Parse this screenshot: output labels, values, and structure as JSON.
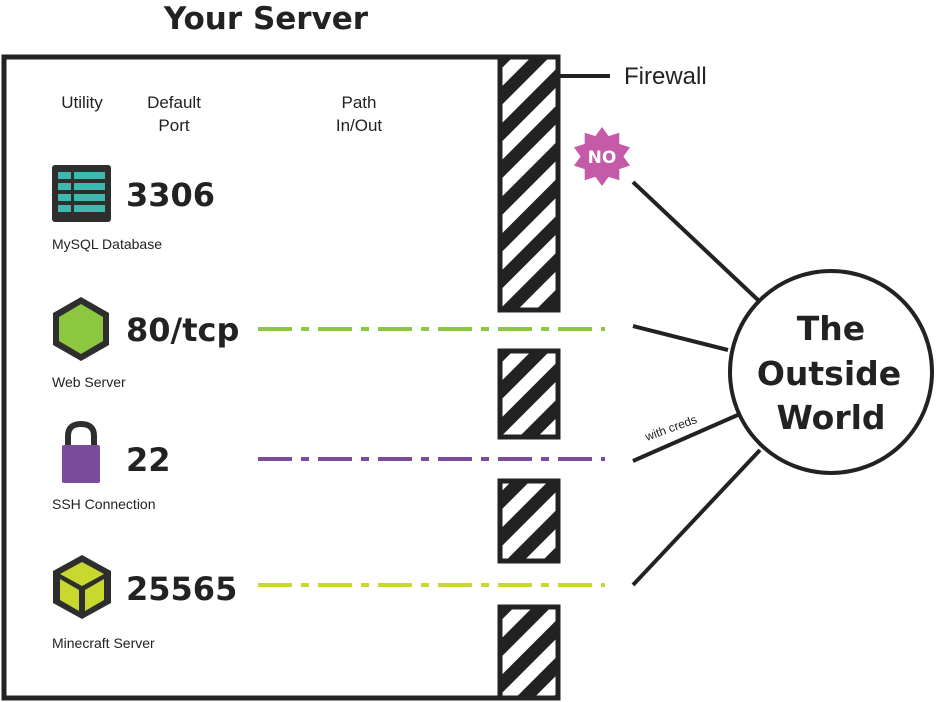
{
  "title": "Your Server",
  "headers": {
    "utility": "Utility",
    "default_port_1": "Default",
    "default_port_2": "Port",
    "path_1": "Path",
    "path_2": "In/Out"
  },
  "services": [
    {
      "port": "3306",
      "name": "MySQL Database",
      "icon": "database-table-icon",
      "color": "#3fb8af"
    },
    {
      "port": "80/tcp",
      "name": "Web Server",
      "icon": "hexagon-icon",
      "color": "#8dc63f"
    },
    {
      "port": "22",
      "name": "SSH Connection",
      "icon": "padlock-icon",
      "color": "#7b4c9c"
    },
    {
      "port": "25565",
      "name": "Minecraft Server",
      "icon": "cube-icon",
      "color": "#c8d82e"
    }
  ],
  "firewall_label": "Firewall",
  "blocked_badge": "NO",
  "blocked_badge_color": "#c45aa8",
  "world": {
    "line1": "The",
    "line2": "Outside",
    "line3": "World"
  },
  "creds_label": "with creds"
}
